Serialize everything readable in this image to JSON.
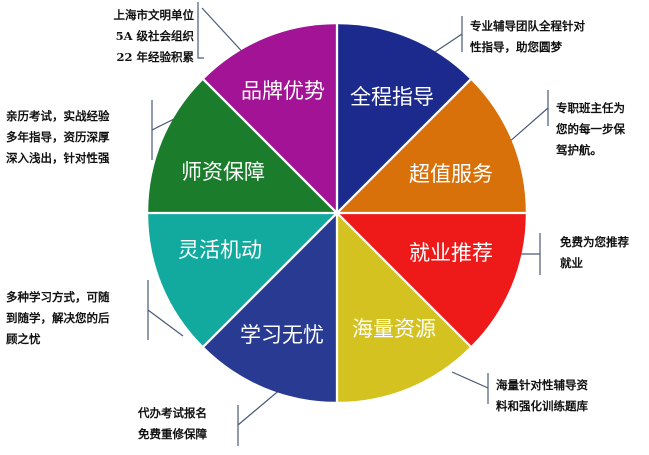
{
  "segments": [
    {
      "id": "brand",
      "label": "品牌优势",
      "color": "#a21495"
    },
    {
      "id": "guidance",
      "label": "全程指导",
      "color": "#1c2a8e"
    },
    {
      "id": "service",
      "label": "超值服务",
      "color": "#d9710a"
    },
    {
      "id": "jobs",
      "label": "就业推荐",
      "color": "#ee1a1a"
    },
    {
      "id": "resource",
      "label": "海量资源",
      "color": "#d3c21f"
    },
    {
      "id": "study",
      "label": "学习无忧",
      "color": "#283a92"
    },
    {
      "id": "flexible",
      "label": "灵活机动",
      "color": "#12aa9e"
    },
    {
      "id": "teachers",
      "label": "师资保障",
      "color": "#1b7d2c"
    }
  ],
  "notes": {
    "brand": [
      "上海市文明单位",
      "5A 级社会组织",
      "22 年经验积累"
    ],
    "guidance": [
      "专业辅导团队全程针对",
      "性指导，助您圆梦"
    ],
    "service": [
      "专职班主任为",
      "您的每一步保",
      "驾护航。"
    ],
    "jobs": [
      "免费为您推荐",
      "就业"
    ],
    "resource": [
      "海量针对性辅导资",
      "料和强化训练题库"
    ],
    "study": [
      "代办考试报名",
      "免费重修保障"
    ],
    "flexible": [
      "多种学习方式，可随",
      "到随学，解决您的后",
      "顾之忧"
    ],
    "teachers": [
      "亲历考试，实战经验",
      "多年指导，资历深厚",
      "深入浅出，针对性强"
    ]
  }
}
